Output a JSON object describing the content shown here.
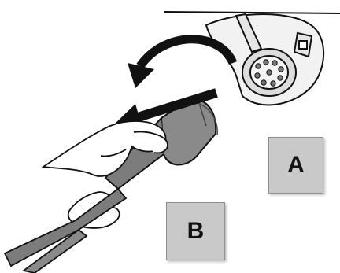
{
  "labels": {
    "a": "A",
    "b": "B"
  },
  "figure": {
    "parts": [
      "socket",
      "plug",
      "hand",
      "cable",
      "removal-arrow",
      "rotation-arrow",
      "mounting-line"
    ],
    "colors": {
      "line": "#111111",
      "plug_fill": "#8a8a8a",
      "socket_fill": "#f2f2f2",
      "label_bg": "#c9c9c9"
    }
  }
}
